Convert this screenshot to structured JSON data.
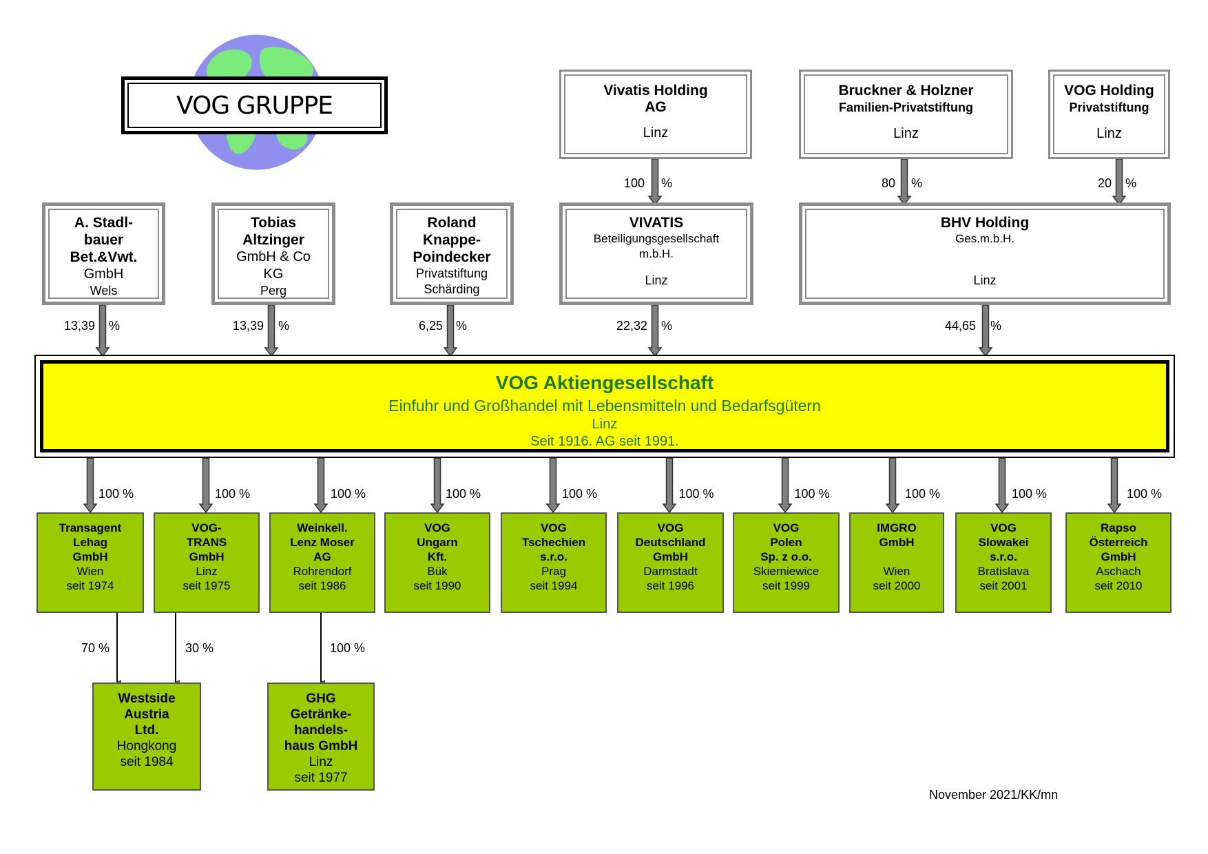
{
  "logo": {
    "title": "VOG GRUPPE",
    "globe_colors": {
      "ocean": "#8f8fee",
      "land": "#7dea7d"
    }
  },
  "colors": {
    "box_gray": "#8c8c8c",
    "main_fill": "#ffff00",
    "main_text": "#1c7a1c",
    "subsidiary_fill": "#99cc00",
    "arrow": "#7f7f7f"
  },
  "top_holdings": {
    "vivatis_holding": {
      "name": "Vivatis Holding",
      "line2": "AG",
      "city": "Linz"
    },
    "bruckner": {
      "name": "Bruckner & Holzner",
      "line2": "Familien-Privatstiftung",
      "city": "Linz"
    },
    "vog_holding": {
      "name": "VOG Holding",
      "line2": "Privatstiftung",
      "city": "Linz"
    }
  },
  "top_pcts": {
    "vivatis": {
      "value": "100",
      "unit": "%"
    },
    "bhv_80": {
      "value": "80",
      "unit": "%"
    },
    "bhv_20": {
      "value": "20",
      "unit": "%"
    }
  },
  "shareholders": {
    "stadlbauer": {
      "l1": "A. Stadl-",
      "l2": "bauer",
      "l3": "Bet.&Vwt.",
      "l4": "GmbH",
      "city": "Wels"
    },
    "altzinger": {
      "l1": "Tobias",
      "l2": "Altzinger",
      "l3": "GmbH & Co",
      "l4": "KG",
      "city": "Perg"
    },
    "knappe": {
      "l1": "Roland",
      "l2": "Knappe-",
      "l3": "Poindecker",
      "l4": "Privatstiftung",
      "city": "Schärding"
    },
    "vivatis": {
      "l1": "VIVATIS",
      "l2": "Beteiligungsgesellschaft",
      "l3": "m.b.H.",
      "city": "Linz"
    },
    "bhv": {
      "l1": "BHV Holding",
      "l2": "Ges.m.b.H.",
      "city": "Linz"
    }
  },
  "share_pcts": {
    "stadlbauer": {
      "value": "13,39",
      "unit": "%"
    },
    "altzinger": {
      "value": "13,39",
      "unit": "%"
    },
    "knappe": {
      "value": "6,25",
      "unit": "%"
    },
    "vivatis": {
      "value": "22,32",
      "unit": "%"
    },
    "bhv": {
      "value": "44,65",
      "unit": "%"
    }
  },
  "main": {
    "name": "VOG Aktiengesellschaft",
    "desc": "Einfuhr und Großhandel mit Lebensmitteln und Bedarfsgütern",
    "city": "Linz",
    "since": "Seit 1916. AG seit 1991."
  },
  "subsidiary_pct": "100 %",
  "subsidiaries": [
    {
      "l1": "Transagent",
      "l2": "Lehag",
      "l3": "GmbH",
      "city": "Wien",
      "since": "seit 1974"
    },
    {
      "l1": "VOG-",
      "l2": "TRANS",
      "l3": "GmbH",
      "city": "Linz",
      "since": "seit 1975"
    },
    {
      "l1": "Weinkell.",
      "l2": "Lenz Moser",
      "l3": "AG",
      "city": "Rohrendorf",
      "since": "seit 1986"
    },
    {
      "l1": "VOG",
      "l2": "Ungarn",
      "l3": "Kft.",
      "city": "Bük",
      "since": "seit 1990"
    },
    {
      "l1": "VOG",
      "l2": "Tschechien",
      "l3": "s.r.o.",
      "city": "Prag",
      "since": "seit 1994"
    },
    {
      "l1": "VOG",
      "l2": "Deutschland",
      "l3": "GmbH",
      "city": "Darmstadt",
      "since": "seit 1996"
    },
    {
      "l1": "VOG",
      "l2": "Polen",
      "l3": "Sp. z o.o.",
      "city": "Skierniewice",
      "since": "seit 1999"
    },
    {
      "l1": "IMGRO",
      "l2": "GmbH",
      "l3": "",
      "city": "Wien",
      "since": "seit 2000"
    },
    {
      "l1": "VOG",
      "l2": "Slowakei",
      "l3": "s.r.o.",
      "city": "Bratislava",
      "since": "seit 2001"
    },
    {
      "l1": "Rapso",
      "l2": "Österreich",
      "l3": "GmbH",
      "city": "Aschach",
      "since": "seit 2010"
    }
  ],
  "third_level": {
    "westside": {
      "l1": "Westside",
      "l2": "Austria",
      "l3": "Ltd.",
      "city": "Hongkong",
      "since": "seit 1984"
    },
    "ghg": {
      "l1": "GHG",
      "l2": "Getränke-",
      "l3": "handels-",
      "l4": "haus GmbH",
      "city": "Linz",
      "since": "seit 1977"
    }
  },
  "third_pcts": {
    "transagent_westside": "70 %",
    "vogtrans_westside": "30 %",
    "lenzmoser_ghg": "100 %"
  },
  "footer": "November 2021/KK/mn"
}
